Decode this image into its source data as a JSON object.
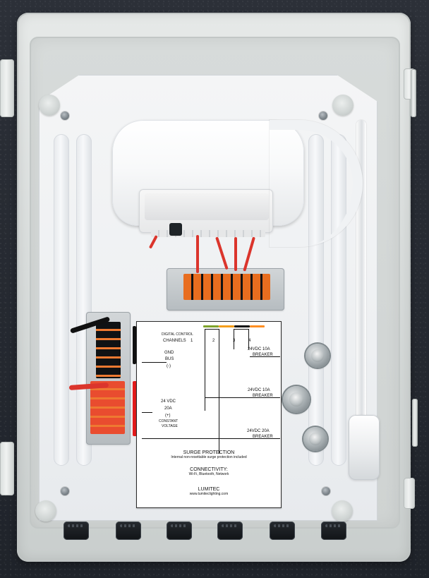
{
  "label_panel": {
    "header_top": "DIGITAL CONTROL",
    "channels_label": "CHANNELS",
    "channel_numbers": [
      "1",
      "2",
      "3",
      "4"
    ],
    "gnd_bus_lines": [
      "GND",
      "BUS",
      "(-)"
    ],
    "power_lines": [
      "24 VDC",
      "20A",
      "(+)",
      "CONSTANT",
      "VOLTAGE"
    ],
    "breaker_labels": [
      [
        "24VDC 10A",
        "BREAKER"
      ],
      [
        "24VDC 10A",
        "BREAKER"
      ],
      [
        "24VDC 20A",
        "BREAKER"
      ]
    ],
    "surge_title": "SURGE PROTECTION",
    "surge_text": "Internal non-resettable surge protection included",
    "connectivity_title": "CONNECTIVITY:",
    "connectivity_text": "Wi-Fi, Bluetooth, Network",
    "brand_name": "LUMITEC",
    "website": "www.lumiteclighting.com"
  },
  "colors": {
    "channel_1": "#7ea22b",
    "channel_2": "#f59e1b",
    "channel_3": "#0f0f0f",
    "channel_4": "#ff8f22",
    "power": "#e21b1b",
    "ground": "#111111"
  }
}
